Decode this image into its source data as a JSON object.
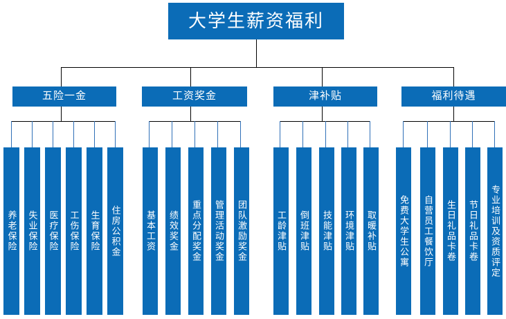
{
  "diagram": {
    "title": "大学生薪资福利",
    "accent_color": "#0b6cb7",
    "connector_color": "#000000",
    "stem_color": "#2e6fb7",
    "text_color": "#ffffff",
    "background_color": "#ffffff"
  },
  "categories": [
    {
      "label": "五险一金",
      "items": [
        {
          "label": "养老保险"
        },
        {
          "label": "失业保险"
        },
        {
          "label": "医疗保险"
        },
        {
          "label": "工伤保险"
        },
        {
          "label": "生育保险"
        },
        {
          "label": "住房公积金"
        }
      ]
    },
    {
      "label": "工资奖金",
      "items": [
        {
          "label": "基本工资"
        },
        {
          "label": "绩效奖金"
        },
        {
          "label": "重点分配奖金"
        },
        {
          "label": "管理活动奖金"
        },
        {
          "label": "团队激励奖金"
        }
      ]
    },
    {
      "label": "津补贴",
      "items": [
        {
          "label": "工龄津贴"
        },
        {
          "label": "倒班津贴"
        },
        {
          "label": "技能津贴"
        },
        {
          "label": "环境津贴"
        },
        {
          "label": "取暖补贴"
        }
      ]
    },
    {
      "label": "福利待遇",
      "items": [
        {
          "label": "免费大学生公寓"
        },
        {
          "label": "自营员工餐饮厅"
        },
        {
          "label": "生日礼品卡卷"
        },
        {
          "label": "节日礼品卡卷"
        },
        {
          "label": "专业培训及资质评定"
        }
      ]
    }
  ]
}
